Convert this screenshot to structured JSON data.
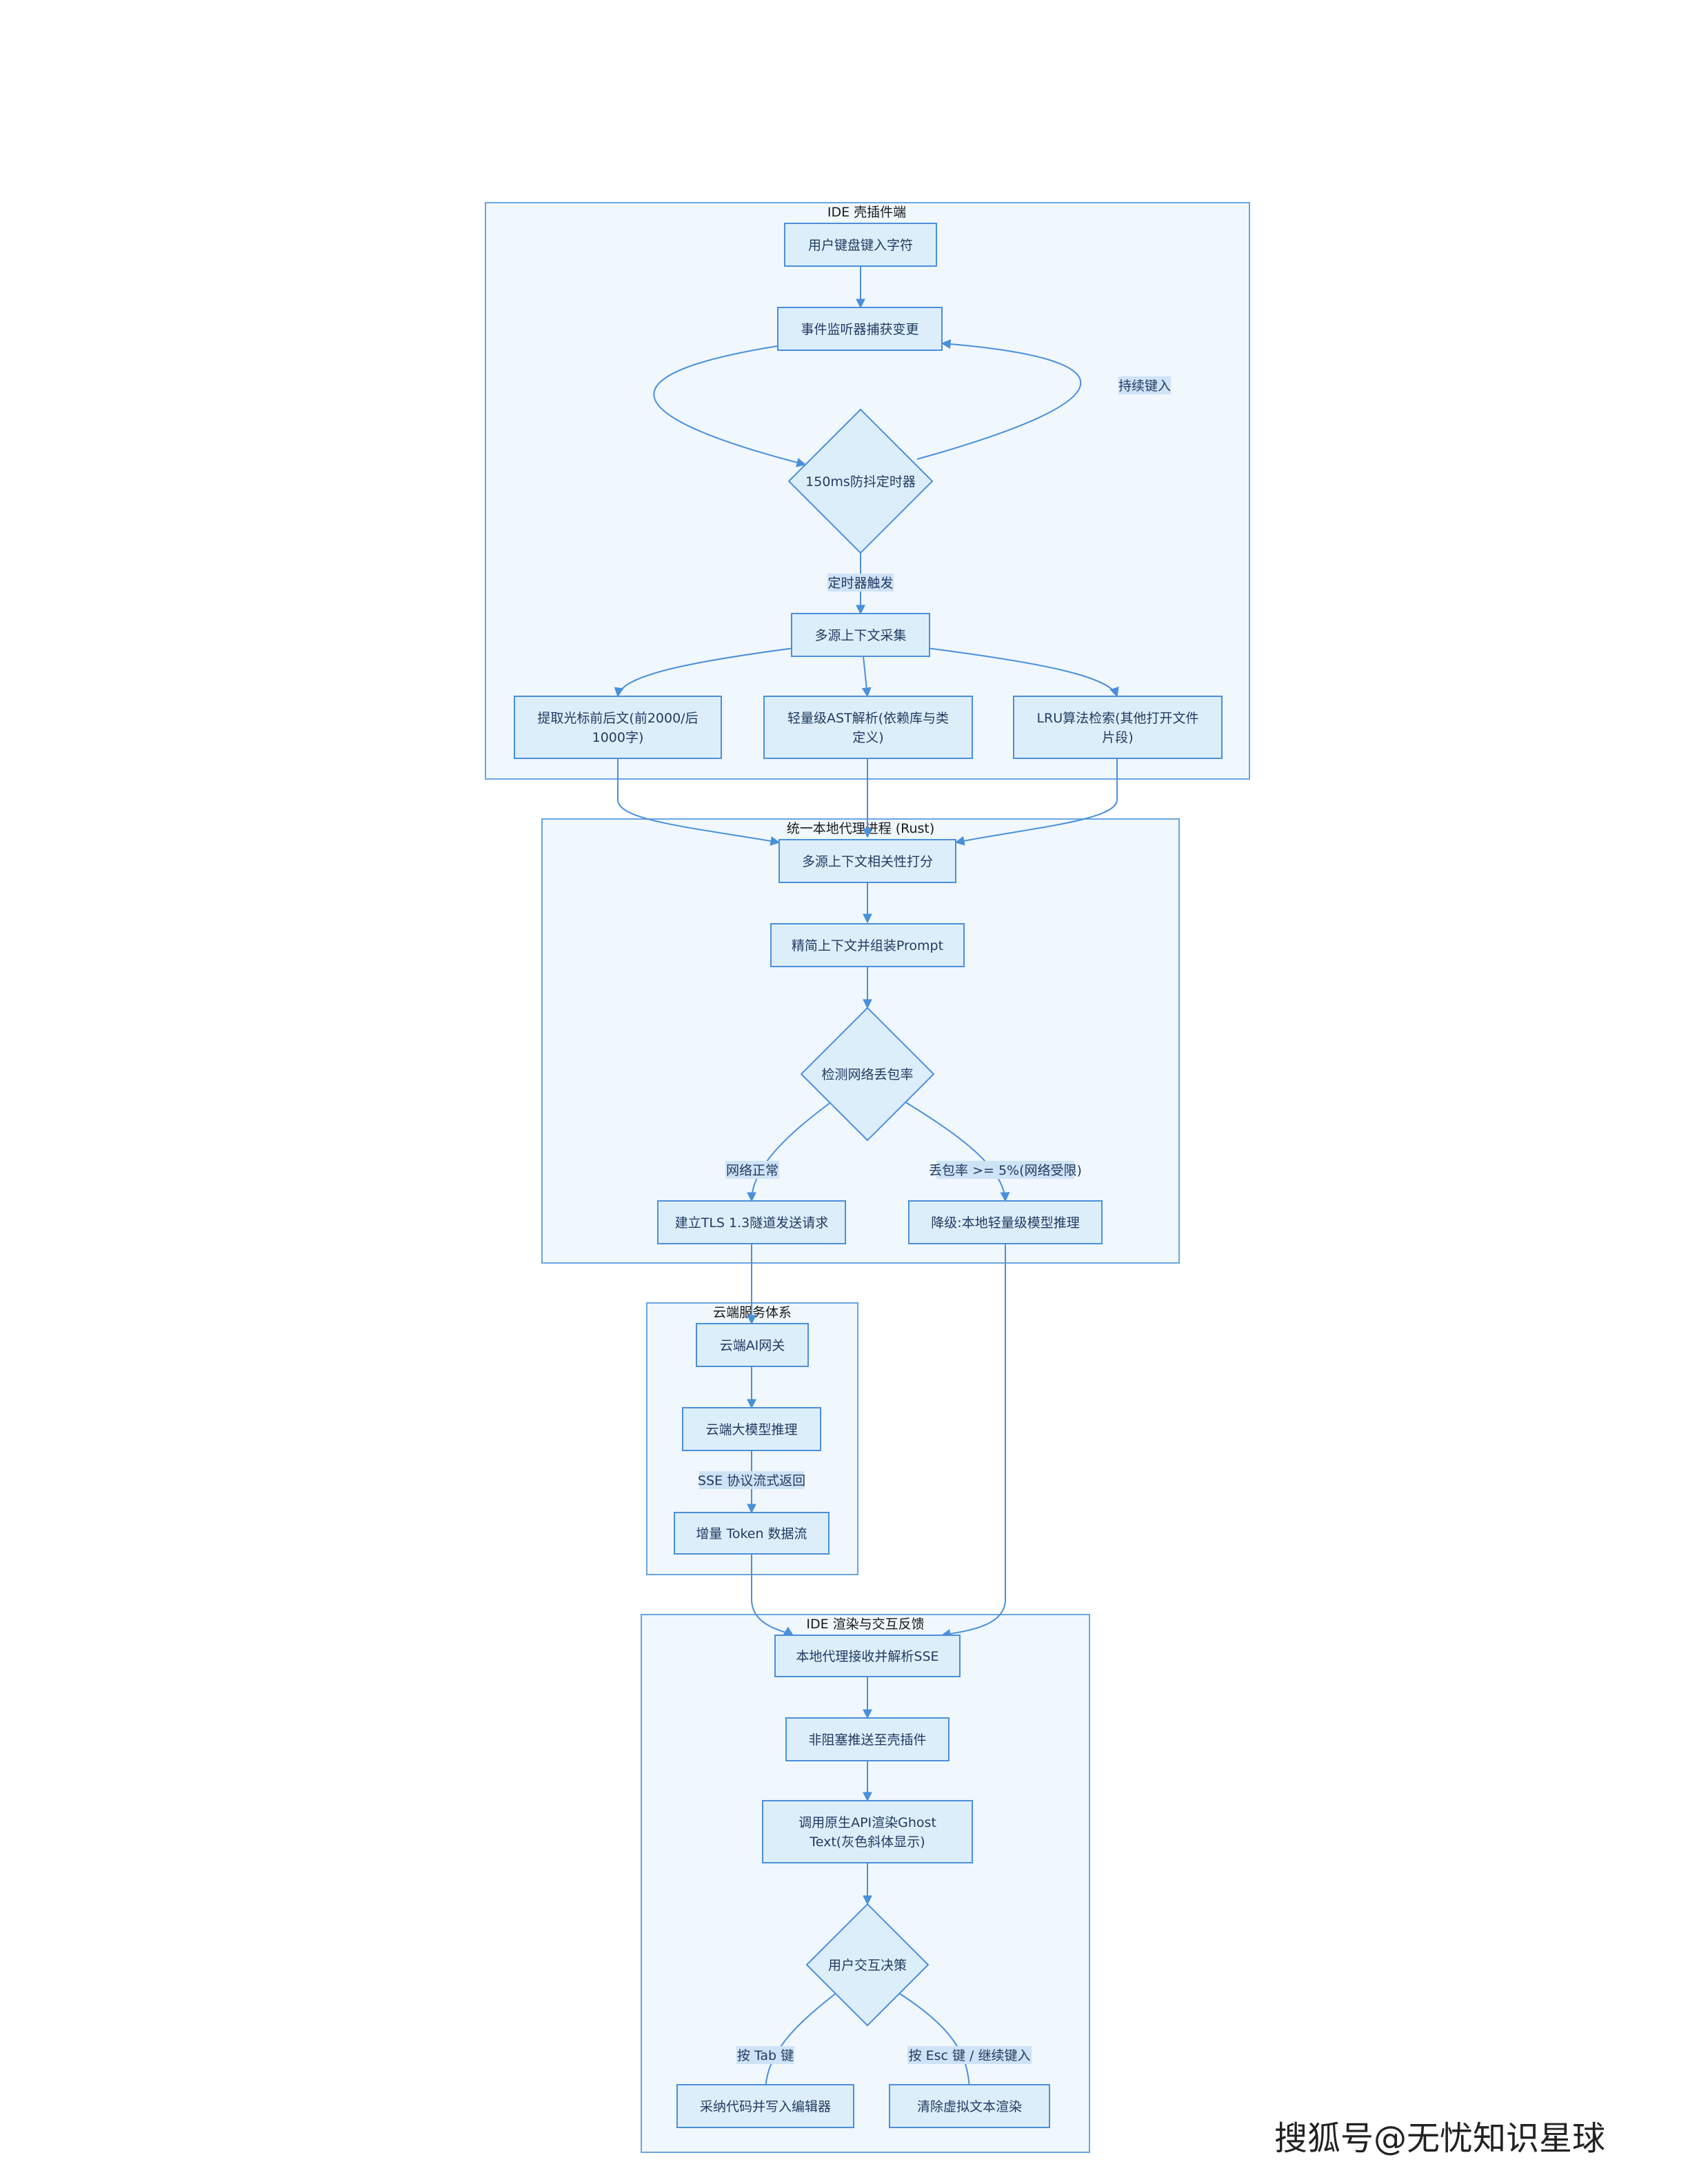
{
  "clusters": {
    "ide_plugin": "IDE 壳插件端",
    "local_proxy": "统一本地代理进程 (Rust)",
    "cloud": "云端服务体系",
    "ide_render": "IDE 渲染与交互反馈"
  },
  "nodes": {
    "keyboard_input": "用户键盘键入字符",
    "event_listener": "事件监听器捕获变更",
    "debounce": "150ms防抖定时器",
    "multi_collect": "多源上下文采集",
    "cursor_context_1": "提取光标前后文(前2000/后",
    "cursor_context_2": "1000字)",
    "ast_parse_1": "轻量级AST解析(依赖库与类",
    "ast_parse_2": "定义)",
    "lru_1": "LRU算法检索(其他打开文件",
    "lru_2": "片段)",
    "relevance_score": "多源上下文相关性打分",
    "assemble_prompt": "精简上下文并组装Prompt",
    "packet_loss": "检测网络丢包率",
    "tls_tunnel": "建立TLS 1.3隧道发送请求",
    "local_model": "降级:本地轻量级模型推理",
    "ai_gateway": "云端AI网关",
    "cloud_model": "云端大模型推理",
    "token_stream": "增量 Token 数据流",
    "parse_sse": "本地代理接收并解析SSE",
    "push_plugin": "非阻塞推送至壳插件",
    "ghost_text_1": "调用原生API渲染Ghost",
    "ghost_text_2": "Text(灰色斜体显示)",
    "user_decision": "用户交互决策",
    "accept_code": "采纳代码并写入编辑器",
    "clear_text": "清除虚拟文本渲染"
  },
  "edge_labels": {
    "keep_typing": "持续键入",
    "timer_fire": "定时器触发",
    "network_ok": "网络正常",
    "loss_high": "丢包率 >= 5%(网络受限)",
    "sse_return": "SSE 协议流式返回",
    "press_tab": "按 Tab 键",
    "press_esc": "按 Esc 键 / 继续键入"
  },
  "watermark": "搜狐号@无忧知识星球"
}
